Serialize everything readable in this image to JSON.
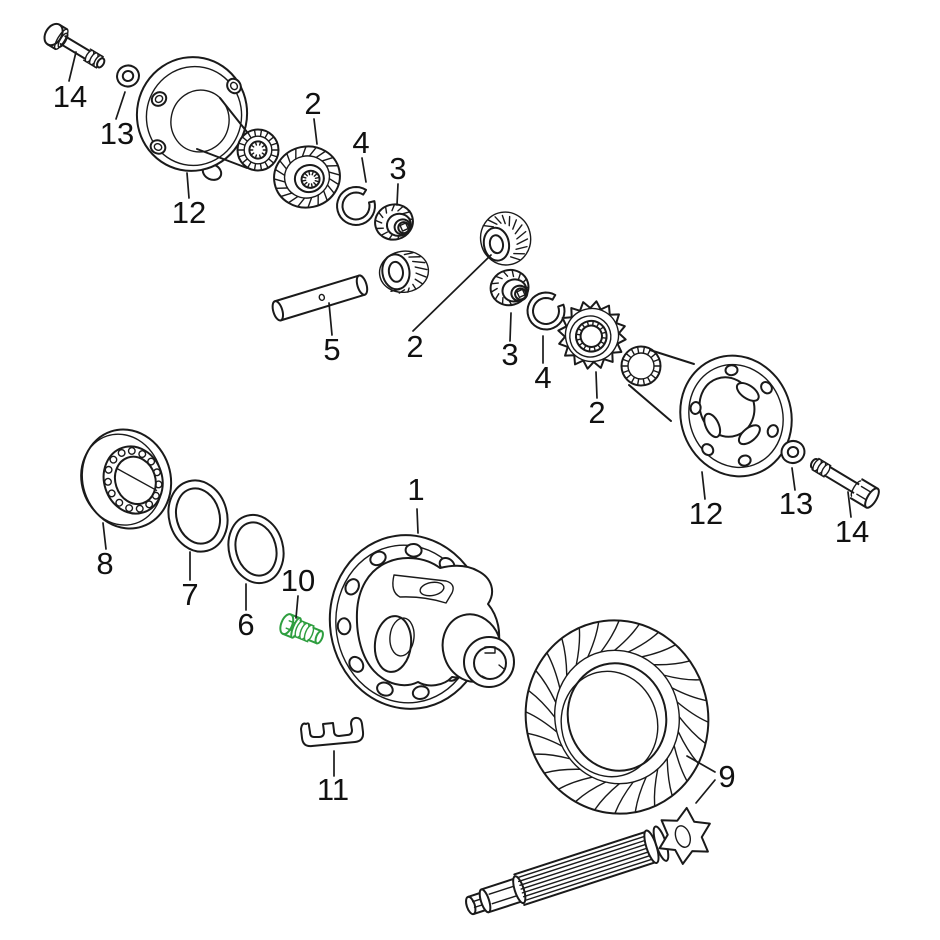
{
  "diagram": {
    "type": "exploded-parts-diagram",
    "subject": "differential / final drive exploded view",
    "background": "#ffffff",
    "colors": {
      "line": "#1a1a1a",
      "highlight": "#2e9e3f",
      "label": "#111111"
    },
    "callouts": [
      {
        "text": "14",
        "part": "bolt-left"
      },
      {
        "text": "13",
        "part": "washer-left"
      },
      {
        "text": "12",
        "part": "side-cover-left"
      },
      {
        "text": "2",
        "part": "side-gear-upper-left"
      },
      {
        "text": "4",
        "part": "snap-ring-left"
      },
      {
        "text": "3",
        "part": "spider-gear-left"
      },
      {
        "text": "5",
        "part": "cross-shaft"
      },
      {
        "text": "2",
        "part": "bevel-gear-pair-middle"
      },
      {
        "text": "3",
        "part": "spider-gear-right"
      },
      {
        "text": "4",
        "part": "snap-ring-right"
      },
      {
        "text": "2",
        "part": "gear-right"
      },
      {
        "text": "12",
        "part": "side-cover-right"
      },
      {
        "text": "13",
        "part": "washer-right"
      },
      {
        "text": "14",
        "part": "bolt-right"
      },
      {
        "text": "8",
        "part": "bearing"
      },
      {
        "text": "7",
        "part": "shim-outer"
      },
      {
        "text": "6",
        "part": "shim-inner"
      },
      {
        "text": "10",
        "part": "screw-highlighted",
        "highlighted": true
      },
      {
        "text": "1",
        "part": "differential-housing"
      },
      {
        "text": "11",
        "part": "lock-clip"
      },
      {
        "text": "9",
        "part": "ring-gear-and-pinion"
      }
    ]
  }
}
